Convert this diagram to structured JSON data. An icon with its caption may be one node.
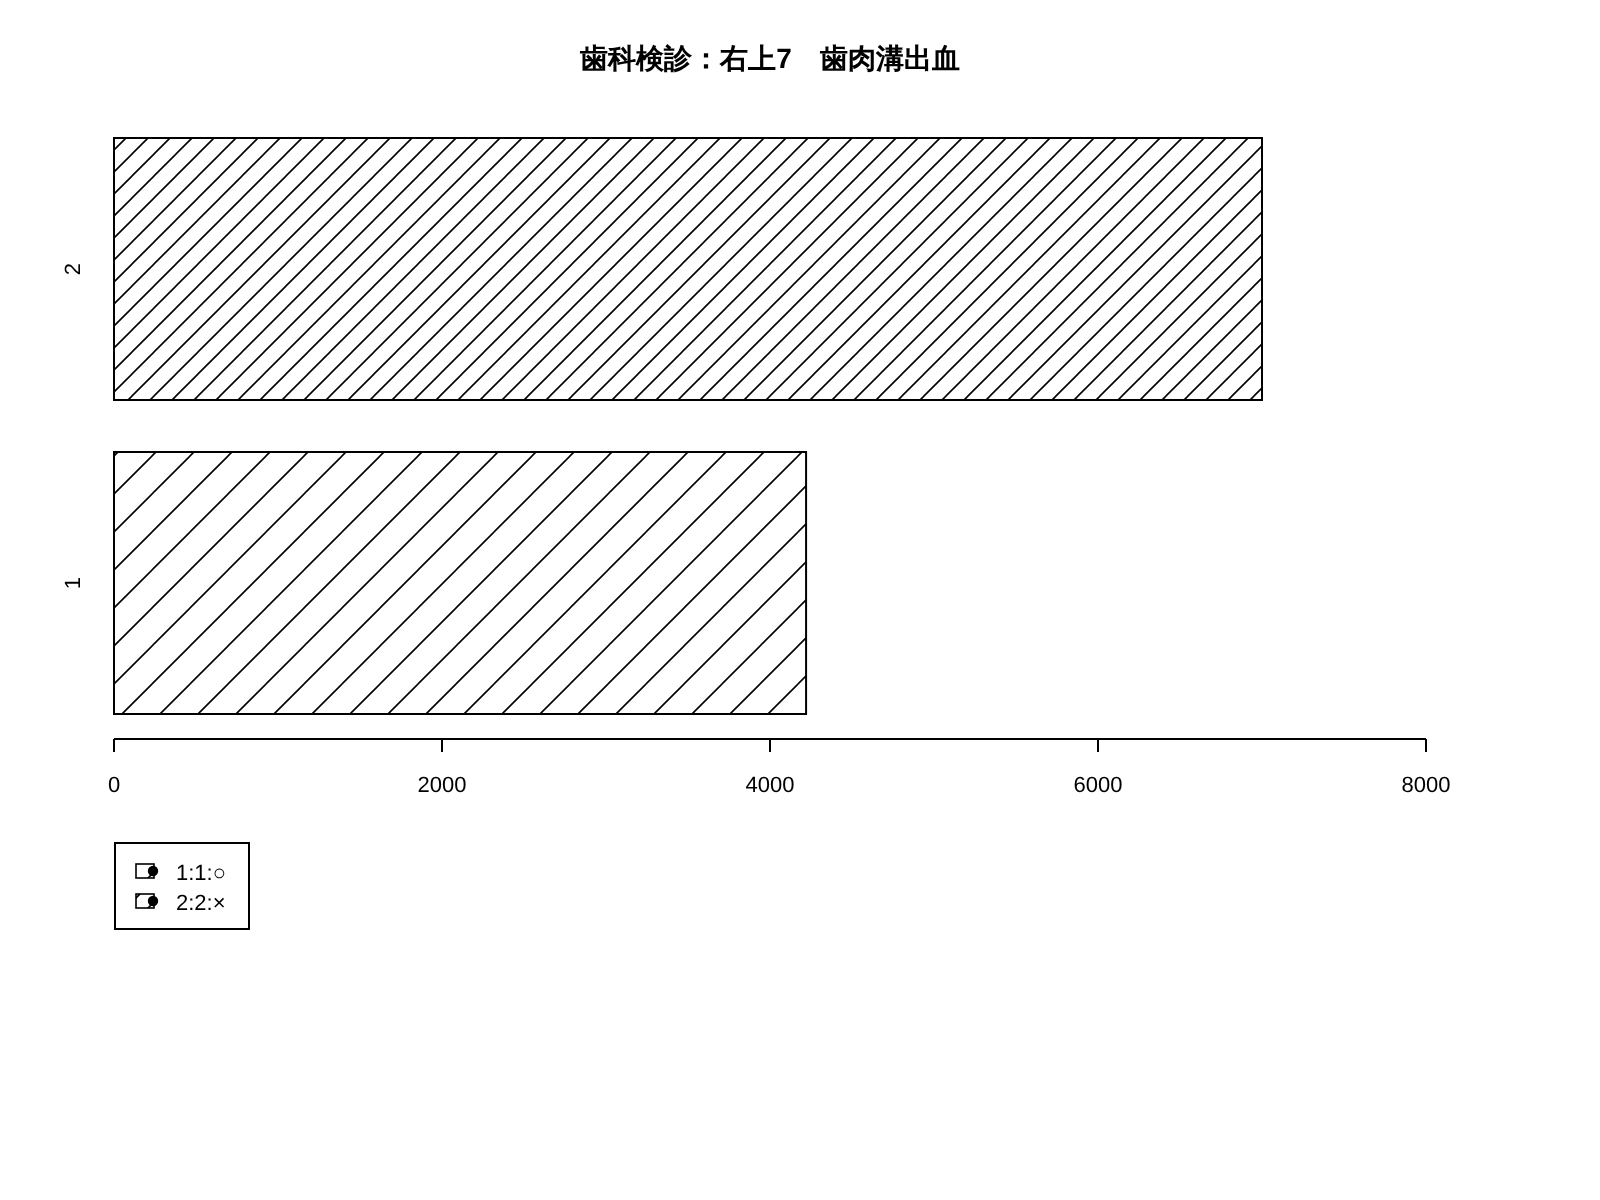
{
  "diagram": {
    "title": "歯科検診：右上7　歯肉溝出血",
    "legend": [
      {
        "text": "1:1:○"
      },
      {
        "text": "2:2:×"
      }
    ],
    "chart_data": {
      "type": "bar",
      "orientation": "horizontal",
      "categories": [
        "2",
        "1"
      ],
      "series": [
        {
          "values": [
            7000,
            4220
          ]
        }
      ],
      "xlim": [
        0,
        8000
      ],
      "xticks": [
        0,
        2000,
        4000,
        6000,
        8000
      ]
    }
  }
}
